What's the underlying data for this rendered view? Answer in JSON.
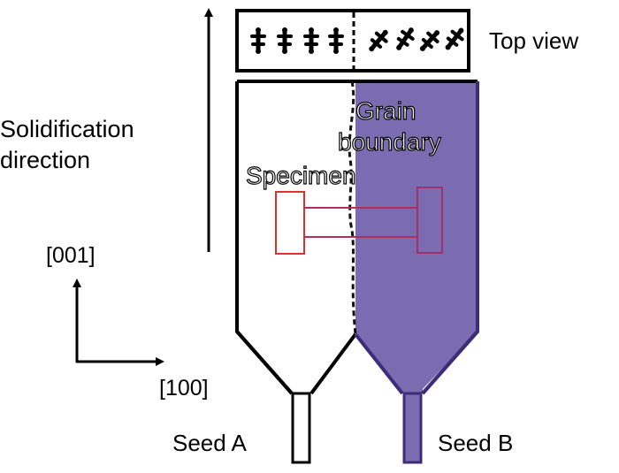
{
  "labels": {
    "top_view": "Top view",
    "solidification_line1": "Solidification",
    "solidification_line2": "direction",
    "grain_line1": "Grain",
    "grain_line2": "boundary",
    "specimen": "Specimen",
    "axis_001": "[001]",
    "axis_100": "[100]",
    "seed_a": "Seed A",
    "seed_b": "Seed B"
  },
  "colors": {
    "grain_b_fill": "#7b6bb0",
    "grain_b_stroke": "#3d2c7a",
    "specimen_left": "#e03030",
    "specimen_right": "#a0306a",
    "outline": "#000000"
  },
  "icons": {
    "grain_a": "dendrite-icon",
    "grain_b": "dendrite-icon"
  }
}
